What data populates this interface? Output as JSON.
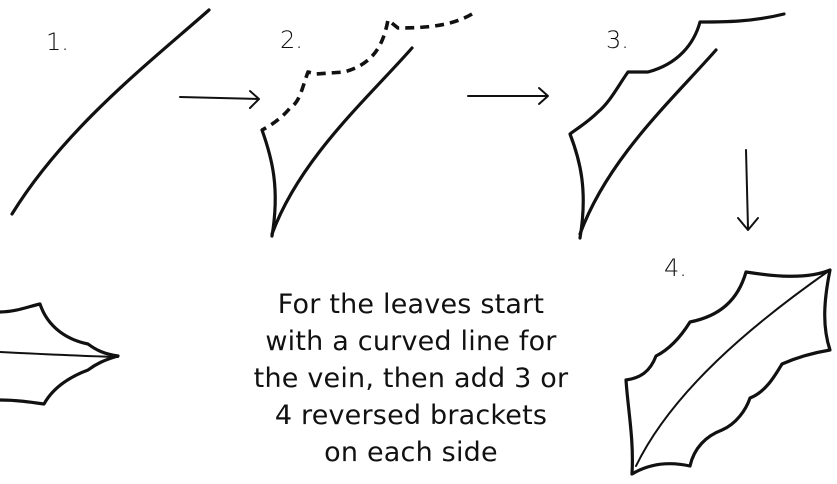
{
  "steps": [
    {
      "label": "1."
    },
    {
      "label": "2."
    },
    {
      "label": "3."
    },
    {
      "label": "4."
    }
  ],
  "caption": {
    "lines": [
      "For the leaves start",
      "with a curved line for",
      "the vein, then add 3 or",
      "4 reversed brackets",
      "on each side"
    ]
  },
  "colors": {
    "ink": "#111111",
    "background": "#ffffff"
  }
}
